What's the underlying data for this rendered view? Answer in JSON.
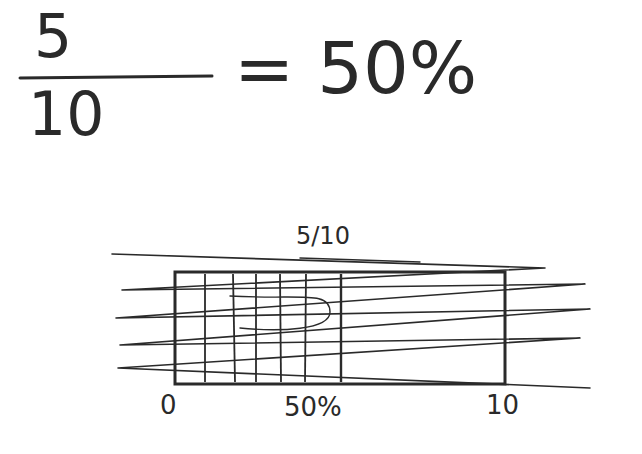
{
  "diagram": {
    "labels": [
      "5",
      "10",
      "= 50%",
      "5/10",
      "0",
      "50%",
      "10"
    ]
  }
}
